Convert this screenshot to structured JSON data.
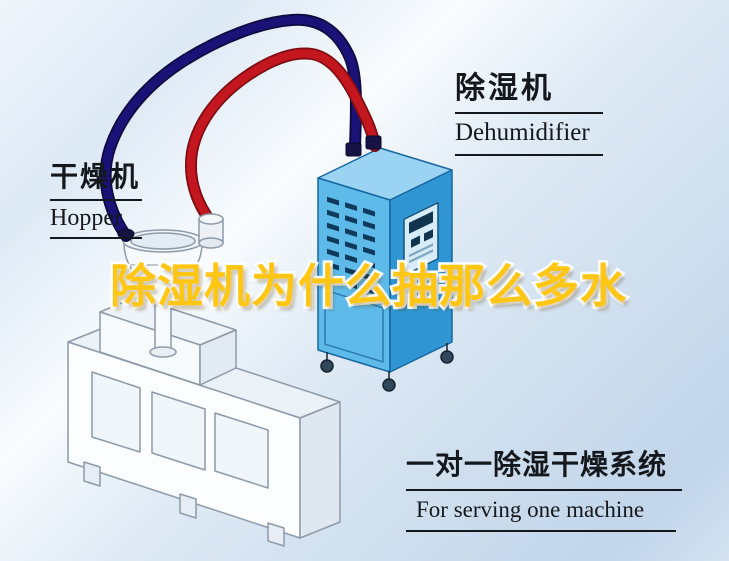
{
  "headline": {
    "text": "除湿机为什么抽那么多水"
  },
  "labels": {
    "hopper": {
      "zh": "干燥机",
      "en": "Hopper"
    },
    "dehumidifier": {
      "zh": "除湿机",
      "en": "Dehumidifier"
    },
    "system": {
      "zh": "一对一除湿干燥系统",
      "en": "For serving one machine"
    }
  },
  "colors": {
    "headline_yellow": "#ffc613",
    "pipe_navy": "#1b1277",
    "pipe_red": "#c4161f",
    "machine_light_blue": "#5ebae9",
    "machine_mid_blue": "#2f96d3",
    "machine_top_blue": "#9bd4f2",
    "label_text": "#14181c"
  }
}
